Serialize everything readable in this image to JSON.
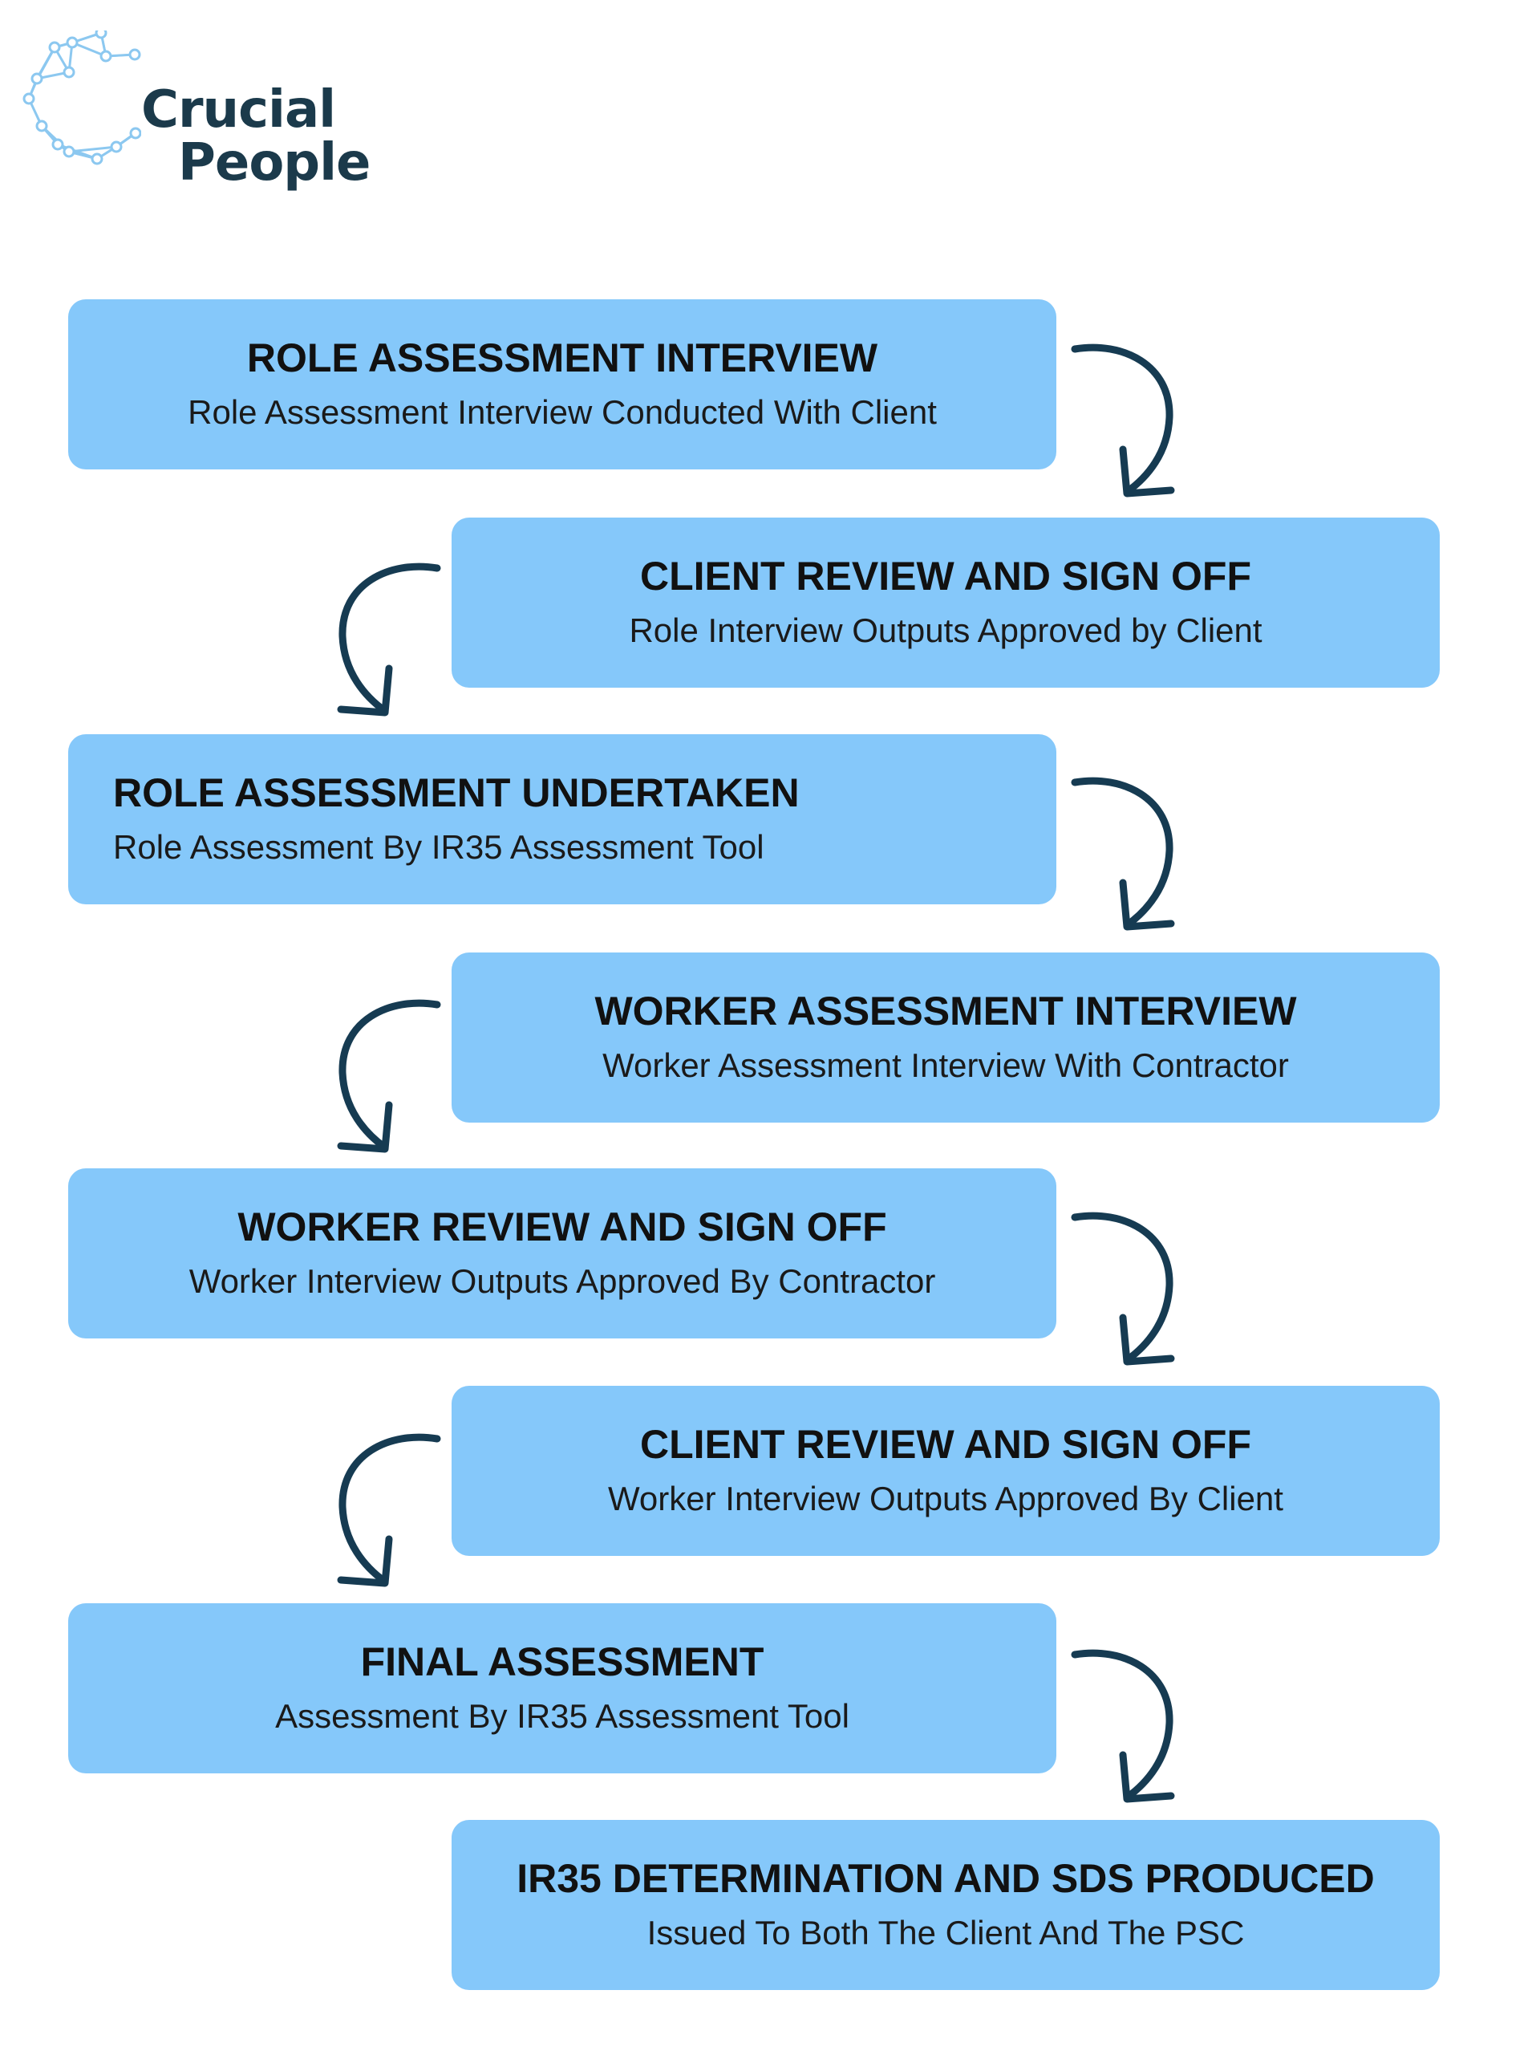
{
  "brand": {
    "name_line1": "Crucial",
    "name_line2": "People",
    "logo_icon": "network-c-icon",
    "logo_color": "#8cc8f0",
    "text_color": "#1b3a4b"
  },
  "colors": {
    "box": "#85c8fa",
    "arrow": "#163b52"
  },
  "steps": [
    {
      "title": "ROLE ASSESSMENT INTERVIEW",
      "subtitle": "Role Assessment Interview Conducted With Client"
    },
    {
      "title": "CLIENT REVIEW AND SIGN OFF",
      "subtitle": "Role Interview Outputs Approved by Client"
    },
    {
      "title": "ROLE ASSESSMENT UNDERTAKEN",
      "subtitle": "Role Assessment By IR35 Assessment Tool"
    },
    {
      "title": "WORKER ASSESSMENT INTERVIEW",
      "subtitle": "Worker Assessment Interview With Contractor"
    },
    {
      "title": "WORKER REVIEW AND SIGN OFF",
      "subtitle": "Worker Interview Outputs Approved By Contractor"
    },
    {
      "title": "CLIENT REVIEW AND SIGN OFF",
      "subtitle": "Worker Interview Outputs Approved By Client"
    },
    {
      "title": "FINAL ASSESSMENT",
      "subtitle": "Assessment By IR35 Assessment Tool"
    },
    {
      "title": "IR35 DETERMINATION AND SDS PRODUCED",
      "subtitle": "Issued To Both The Client And The PSC"
    }
  ]
}
